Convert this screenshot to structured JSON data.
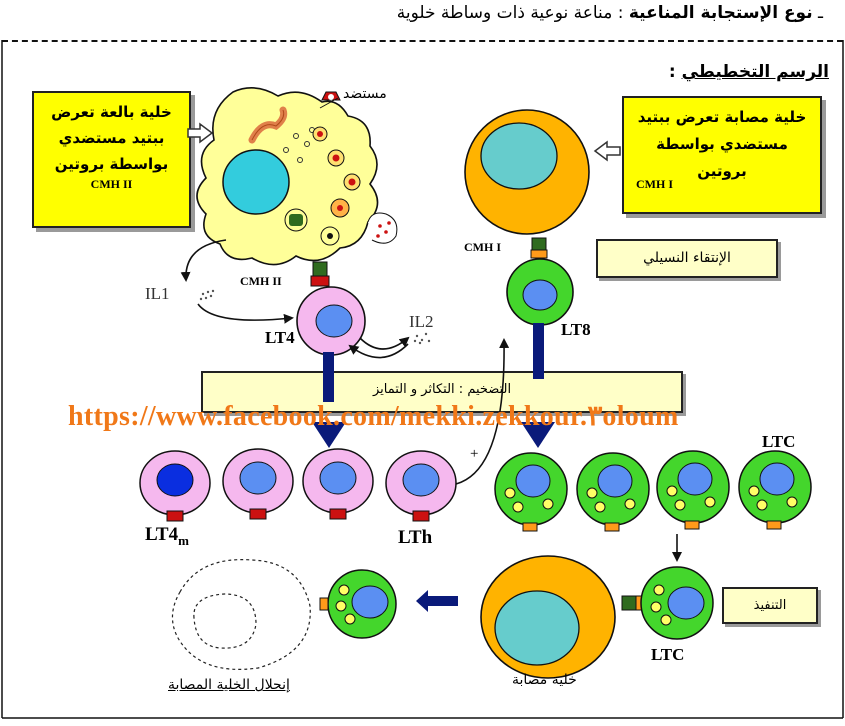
{
  "header": {
    "prefix": "ـ",
    "label": "نوع الإستجابة المناعية",
    "separator": " : ",
    "value": "مناعة نوعية ذات وساطة خلوية"
  },
  "section": {
    "title": "الرسم التخطيطي",
    "colon": " :"
  },
  "boxes": {
    "apc_text": "خلية بالعة تعرض ببتيد مستضدي بواسطة بروتين",
    "apc_code": "CMH II",
    "infected_text": "خلية مصابة تعرض ببتيد مستضدي بواسطة بروتين",
    "infected_code": "CMH I",
    "clonal_selection": "الإنتقاء النسيلي",
    "amplification": "التضخيم : التكاثر و التمايز",
    "execution": "التنفيذ"
  },
  "labels": {
    "antigen": "مستضد",
    "cmh2": "CMH II",
    "cmh1": "CMH I",
    "il1": "IL1",
    "il2": "IL2",
    "lt4": "LT4",
    "lt8": "LT8",
    "ltc_top": "LTC",
    "ltc_bottom": "LTC",
    "lt4m_main": "LT4",
    "lt4m_sub": "m",
    "lth": "LTh",
    "plus": "+",
    "infected_cell": "خلية مصابة",
    "lysis": "إنحلال الخلية المصابة"
  },
  "watermark": "https://www.facebook.com/mekki.zekkour.٣oloum",
  "colors": {
    "box_yellow": "#ffff00",
    "pale_box": "#ffffc8",
    "macrophage": "#ffff99",
    "nucleus_cyan": "#33ccdd",
    "infected_orange": "#ffb300",
    "infected_nucleus": "#66cccc",
    "lt4_pink": "#f5b8ee",
    "cell_nucleus_blue": "#5b8ff2",
    "memory_nucleus": "#0a2ee0",
    "lt8_green": "#44d62c",
    "granule_yellow": "#ffff66",
    "receptor_red": "#cc1111",
    "arrow_navy": "#0a1a7a",
    "watermark_orange": "#f07818"
  },
  "icons": [
    "hollow-arrow-icon",
    "arrow-icon",
    "cell-icon",
    "receptor-icon",
    "cytokine-dots-icon"
  ]
}
